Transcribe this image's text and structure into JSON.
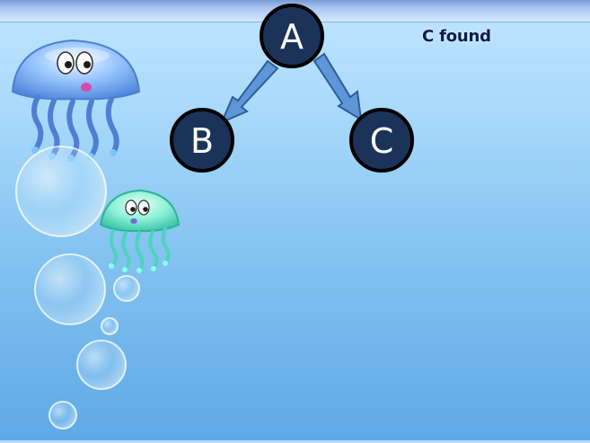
{
  "status": {
    "text": "C found"
  },
  "tree": {
    "nodes": {
      "a": "A",
      "b": "B",
      "c": "C"
    },
    "edges": [
      {
        "from": "A",
        "to": "B"
      },
      {
        "from": "A",
        "to": "C"
      }
    ]
  },
  "colors": {
    "node_fill": "#1b3358",
    "node_stroke": "#000000",
    "edge_fill": "#5e96d8",
    "edge_stroke": "#2c5e9a",
    "status_text": "#0c1c48",
    "jellyfish_blue": "#74aef0",
    "jellyfish_green": "#66e3c7"
  },
  "decorations": {
    "icons": [
      "jellyfish-large",
      "jellyfish-small",
      "bubble"
    ]
  }
}
